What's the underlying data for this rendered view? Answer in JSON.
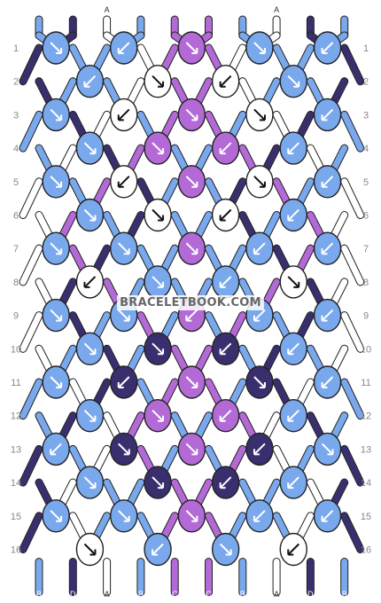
{
  "site": "BRACELETBOOK.COM",
  "colors": {
    "A": "#ffffff",
    "B": "#7aa8ec",
    "C": "#b36ad6",
    "D": "#3a2f6e"
  },
  "start_strands": [
    "B",
    "D",
    "A",
    "B",
    "C",
    "C",
    "B",
    "A",
    "D",
    "B"
  ],
  "end_strands": [
    "B",
    "D",
    "A",
    "B",
    "C",
    "C",
    "B",
    "A",
    "D",
    "B"
  ],
  "rows": [
    {
      "num": "1",
      "knots": [
        {
          "c": "B",
          "t": "FF"
        },
        {
          "c": "B",
          "t": "BB"
        },
        {
          "c": "C",
          "t": "FF"
        },
        {
          "c": "B",
          "t": "FF"
        },
        {
          "c": "B",
          "t": "BB"
        }
      ]
    },
    {
      "num": "2",
      "knots": [
        {
          "c": "B",
          "t": "BB"
        },
        {
          "c": "A",
          "t": "FB"
        },
        {
          "c": "A",
          "t": "BF"
        },
        {
          "c": "B",
          "t": "FF"
        }
      ]
    },
    {
      "num": "3",
      "knots": [
        {
          "c": "B",
          "t": "FF"
        },
        {
          "c": "A",
          "t": "BB"
        },
        {
          "c": "C",
          "t": "FF"
        },
        {
          "c": "A",
          "t": "FF"
        },
        {
          "c": "B",
          "t": "BB"
        }
      ]
    },
    {
      "num": "4",
      "knots": [
        {
          "c": "B",
          "t": "FF"
        },
        {
          "c": "C",
          "t": "FF"
        },
        {
          "c": "C",
          "t": "BB"
        },
        {
          "c": "B",
          "t": "BB"
        }
      ]
    },
    {
      "num": "5",
      "knots": [
        {
          "c": "B",
          "t": "FF"
        },
        {
          "c": "A",
          "t": "BB"
        },
        {
          "c": "C",
          "t": "FF"
        },
        {
          "c": "A",
          "t": "FF"
        },
        {
          "c": "B",
          "t": "BB"
        }
      ]
    },
    {
      "num": "6",
      "knots": [
        {
          "c": "B",
          "t": "FF"
        },
        {
          "c": "A",
          "t": "FB"
        },
        {
          "c": "A",
          "t": "BF"
        },
        {
          "c": "B",
          "t": "BB"
        }
      ]
    },
    {
      "num": "7",
      "knots": [
        {
          "c": "B",
          "t": "FB"
        },
        {
          "c": "B",
          "t": "FF"
        },
        {
          "c": "C",
          "t": "FF"
        },
        {
          "c": "B",
          "t": "BB"
        },
        {
          "c": "B",
          "t": "BF"
        }
      ]
    },
    {
      "num": "8",
      "knots": [
        {
          "c": "A",
          "t": "BB"
        },
        {
          "c": "B",
          "t": "FF"
        },
        {
          "c": "B",
          "t": "BB"
        },
        {
          "c": "A",
          "t": "FF"
        }
      ]
    },
    {
      "num": "9",
      "knots": [
        {
          "c": "B",
          "t": "FB"
        },
        {
          "c": "B",
          "t": "FF"
        },
        {
          "c": "C",
          "t": "BB"
        },
        {
          "c": "B",
          "t": "BB"
        },
        {
          "c": "B",
          "t": "BF"
        }
      ]
    },
    {
      "num": "10",
      "knots": [
        {
          "c": "B",
          "t": "FF"
        },
        {
          "c": "D",
          "t": "FF"
        },
        {
          "c": "D",
          "t": "BB"
        },
        {
          "c": "B",
          "t": "BB"
        }
      ]
    },
    {
      "num": "11",
      "knots": [
        {
          "c": "B",
          "t": "FF"
        },
        {
          "c": "D",
          "t": "BF"
        },
        {
          "c": "C",
          "t": "FF"
        },
        {
          "c": "D",
          "t": "FB"
        },
        {
          "c": "B",
          "t": "BB"
        }
      ]
    },
    {
      "num": "12",
      "knots": [
        {
          "c": "B",
          "t": "FF"
        },
        {
          "c": "C",
          "t": "FF"
        },
        {
          "c": "C",
          "t": "BB"
        },
        {
          "c": "B",
          "t": "BB"
        }
      ]
    },
    {
      "num": "13",
      "knots": [
        {
          "c": "B",
          "t": "BB"
        },
        {
          "c": "D",
          "t": "FB"
        },
        {
          "c": "C",
          "t": "FF"
        },
        {
          "c": "D",
          "t": "BF"
        },
        {
          "c": "B",
          "t": "FF"
        }
      ]
    },
    {
      "num": "14",
      "knots": [
        {
          "c": "B",
          "t": "FF"
        },
        {
          "c": "D",
          "t": "FF"
        },
        {
          "c": "D",
          "t": "BB"
        },
        {
          "c": "B",
          "t": "BB"
        }
      ]
    },
    {
      "num": "15",
      "knots": [
        {
          "c": "B",
          "t": "FB"
        },
        {
          "c": "B",
          "t": "FF"
        },
        {
          "c": "C",
          "t": "FF"
        },
        {
          "c": "B",
          "t": "BB"
        },
        {
          "c": "B",
          "t": "BF"
        }
      ]
    },
    {
      "num": "16",
      "knots": [
        {
          "c": "A",
          "t": "FF"
        },
        {
          "c": "B",
          "t": "BB"
        },
        {
          "c": "B",
          "t": "FF"
        },
        {
          "c": "A",
          "t": "BB"
        }
      ]
    }
  ]
}
